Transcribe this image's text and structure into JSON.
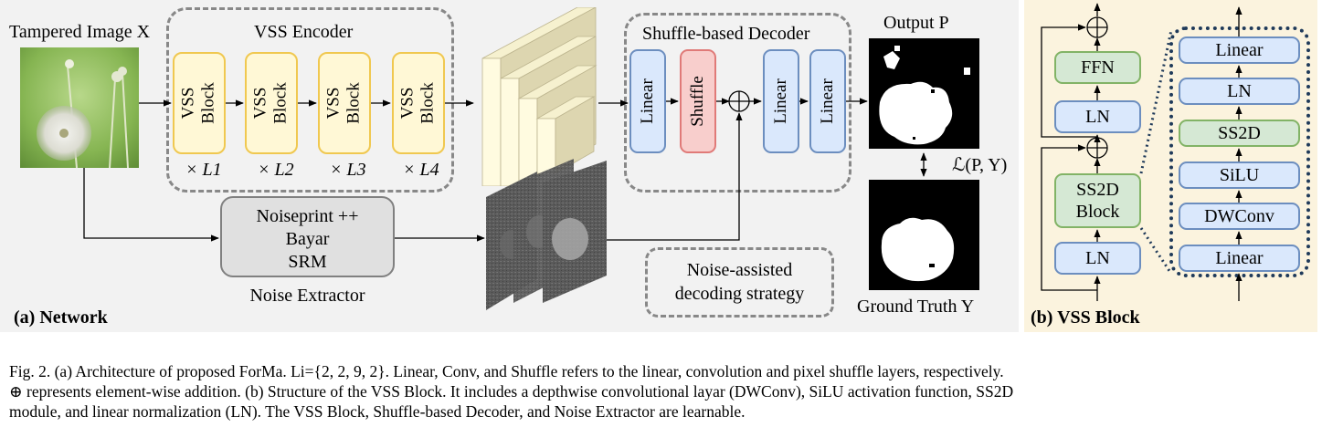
{
  "network": {
    "input_label": "Tampered Image X",
    "encoder_title": "VSS Encoder",
    "vss_block_label_1": "VSS",
    "vss_block_label_2": "Block",
    "multipliers": [
      "× L1",
      "× L2",
      "× L3",
      "× L4"
    ],
    "decoder_title": "Shuffle-based Decoder",
    "decoder_layers": [
      "Linear",
      "Shuffle",
      "Linear",
      "Linear"
    ],
    "noise_extractor_lines": [
      "Noiseprint ++",
      "Bayar",
      "SRM"
    ],
    "noise_extractor_label": "Noise Extractor",
    "strategy_lines": [
      "Noise-assisted",
      "decoding strategy"
    ],
    "output_label": "Output P",
    "ground_truth_label": "Ground Truth Y",
    "loss_label": "ℒ(P, Y)",
    "panel_label": "(a) Network"
  },
  "vss_block": {
    "panel_label": "(b) VSS Block",
    "left_column": [
      "FFN",
      "LN",
      "SS2D Block",
      "LN"
    ],
    "right_column": [
      "Linear",
      "LN",
      "SS2D",
      "SiLU",
      "DWConv",
      "Linear"
    ]
  },
  "caption": {
    "line1": "Fig. 2.  (a) Architecture of proposed ForMa. Li={2, 2, 9, 2}. Linear, Conv, and Shuffle refers to the linear, convolution and pixel shuffle layers, respectively.",
    "line2": "⊕ represents element-wise addition. (b) Structure of the VSS Block. It includes a depthwise convolutional layar (DWConv), SiLU activation function, SS2D",
    "line3": "module, and linear normalization (LN). The VSS Block, Shuffle-based Decoder, and Noise Extractor are learnable."
  }
}
